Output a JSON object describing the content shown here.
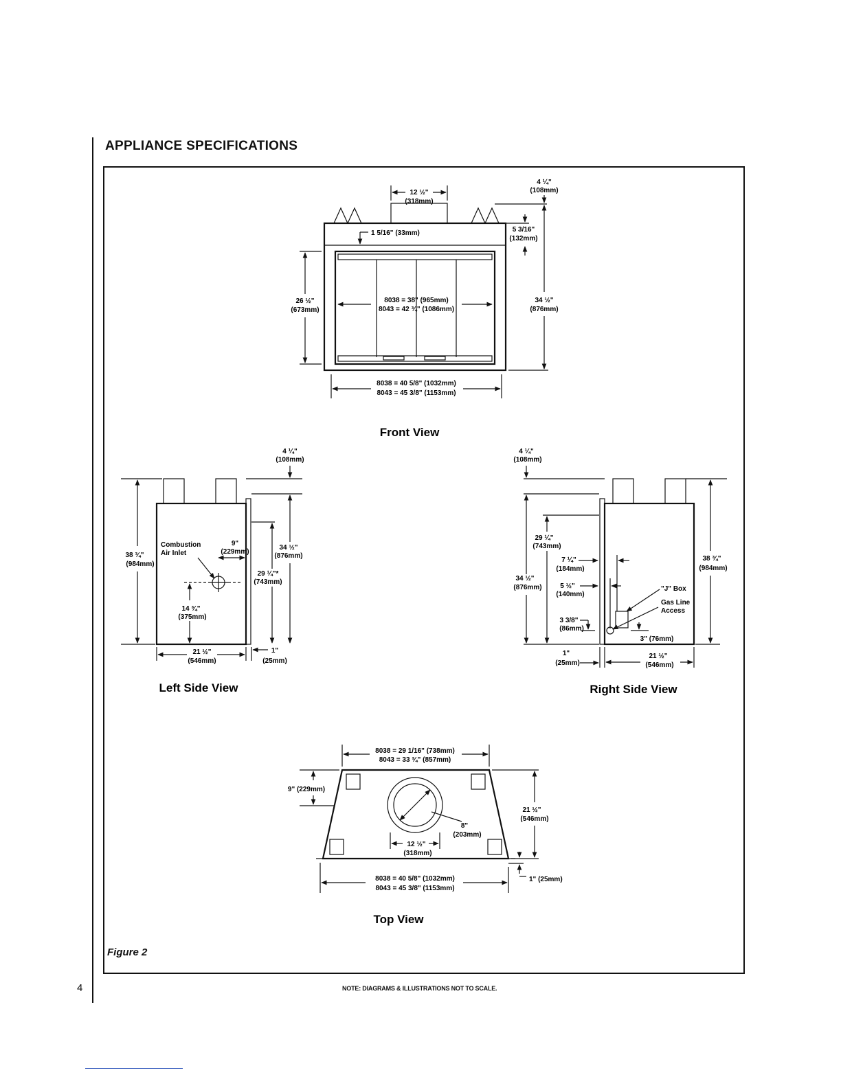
{
  "section_title": "APPLIANCE SPECIFICATIONS",
  "figure_label": "Figure 2",
  "page_number": "4",
  "footnote": "NOTE: DIAGRAMS & ILLUSTRATIONS NOT TO SCALE.",
  "front": {
    "label": "Front View",
    "flue_width": "12 ½\"",
    "flue_width_mm": "(318mm)",
    "flue_height": "4 ¼\"",
    "flue_height_mm": "(108mm)",
    "top_band": "1 5/16\" (33mm)",
    "hood": "5 3/16\"",
    "hood_mm": "(132mm)",
    "opening_height": "26 ½\"",
    "opening_height_mm": "(673mm)",
    "overall_height": "34 ½\"",
    "overall_height_mm": "(876mm)",
    "opening_width_8038": "8038 = 38\"   (965mm)",
    "opening_width_8043": "8043 = 42 ¾\" (1086mm)",
    "overall_width_8038": "8038 = 40 5/8\" (1032mm)",
    "overall_width_8043": "8043 = 45 3/8\" (1153mm)"
  },
  "left": {
    "label": "Left Side View",
    "flue_height": "4 ¼\"",
    "flue_height_mm": "(108mm)",
    "overall_height": "38 ¾\"",
    "overall_height_mm": "(984mm)",
    "inlet_label_1": "Combustion",
    "inlet_label_2": "Air Inlet",
    "inlet_offset": "9\"",
    "inlet_offset_mm": "(229mm)",
    "front_height": "34 ½\"",
    "front_height_mm": "(876mm)",
    "inner_height": "29 ¼\"*",
    "inner_height_mm": "(743mm)",
    "inlet_height": "14 ¾\"",
    "inlet_height_mm": "(375mm)",
    "depth": "21 ½\"",
    "depth_mm": "(546mm)",
    "standoff": "1\"",
    "standoff_mm": "(25mm)"
  },
  "right": {
    "label": "Right Side View",
    "flue_height": "4 ¼\"",
    "flue_height_mm": "(108mm)",
    "inner_height": "29 ¼\"",
    "inner_height_mm": "(743mm)",
    "dim_7": "7 ¼\"",
    "dim_7_mm": "(184mm)",
    "front_height": "34 ½\"",
    "front_height_mm": "(876mm)",
    "dim_5": "5 ½\"",
    "dim_5_mm": "(140mm)",
    "jbox": "\"J\" Box",
    "gas_1": "Gas Line",
    "gas_2": "Access",
    "dim_3": "3 3/8\"",
    "dim_3_mm": "(86mm)",
    "dim_3b": "3\" (76mm)",
    "standoff": "1\"",
    "standoff_mm": "(25mm)",
    "depth": "21 ½\"",
    "depth_mm": "(546mm)",
    "overall_height": "38 ¾\"",
    "overall_height_mm": "(984mm)"
  },
  "top": {
    "label": "Top View",
    "back_width_8038": "8038 = 29 1/16\" (738mm)",
    "back_width_8043": "8043 = 33 ¾\"  (857mm)",
    "back_depth": "9\" (229mm)",
    "flue_dia": "8\"",
    "flue_dia_mm": "(203mm)",
    "flue_offset": "12 ½\"",
    "flue_offset_mm": "(318mm)",
    "depth": "21 ½\"",
    "depth_mm": "(546mm)",
    "standoff": "1\" (25mm)",
    "front_width_8038": "8038 = 40 5/8\" (1032mm)",
    "front_width_8043": "8043 = 45 3/8\" (1153mm)"
  }
}
